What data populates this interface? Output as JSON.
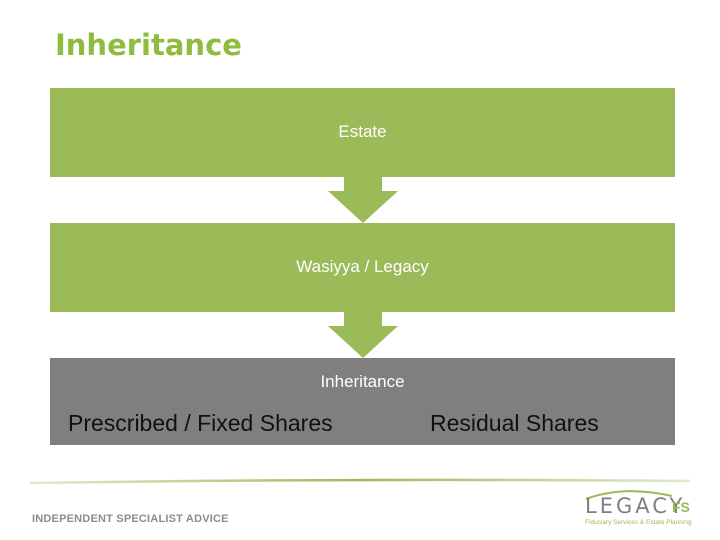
{
  "title": "Inheritance",
  "diagram": {
    "boxes": [
      {
        "label": "Estate",
        "color": "#9bbb59"
      },
      {
        "label": "Wasiyya / Legacy",
        "color": "#9bbb59"
      },
      {
        "label": "Inheritance",
        "color": "#7f7f7f",
        "sub_items": [
          "Prescribed / Fixed Shares",
          "Residual Shares"
        ]
      }
    ],
    "arrow_color": "#9bbb59"
  },
  "footer": {
    "tagline": "INDEPENDENT SPECIALIST ADVICE",
    "logo": {
      "wordmark": "LEGACY",
      "suffix": "FS",
      "subtitle": "Fiduciary Services & Estate Planning"
    }
  }
}
